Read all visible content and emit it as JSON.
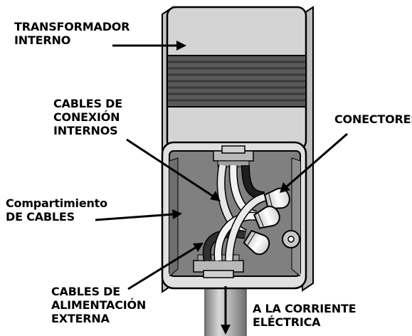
{
  "labels": {
    "transformer": [
      "TRANSFORMADOR",
      "INTERNO"
    ],
    "internal_wires": [
      "CABLES DE",
      "CONEXIÓN",
      "INTERNOS"
    ],
    "connectors": [
      "CONECTORES"
    ],
    "wire_compartment": [
      "Compartimiento",
      "DE CABLES"
    ],
    "external_power_wires": [
      "CABLES DE",
      "ALIMENTACIÓN",
      "EXTERNA"
    ],
    "to_power": [
      "A LA CORRIENTE",
      "ELÉCTRICA"
    ]
  },
  "colors": {
    "housing": "#d4d4d4",
    "housing_shadow": "#a8a8a8",
    "coil": "#555555",
    "coil_stripe": "#333333",
    "compartment": "#808080",
    "wire_white": "#f2f2f2",
    "wire_black": "#1e1e1e",
    "conduit": "#9a9a9a"
  }
}
